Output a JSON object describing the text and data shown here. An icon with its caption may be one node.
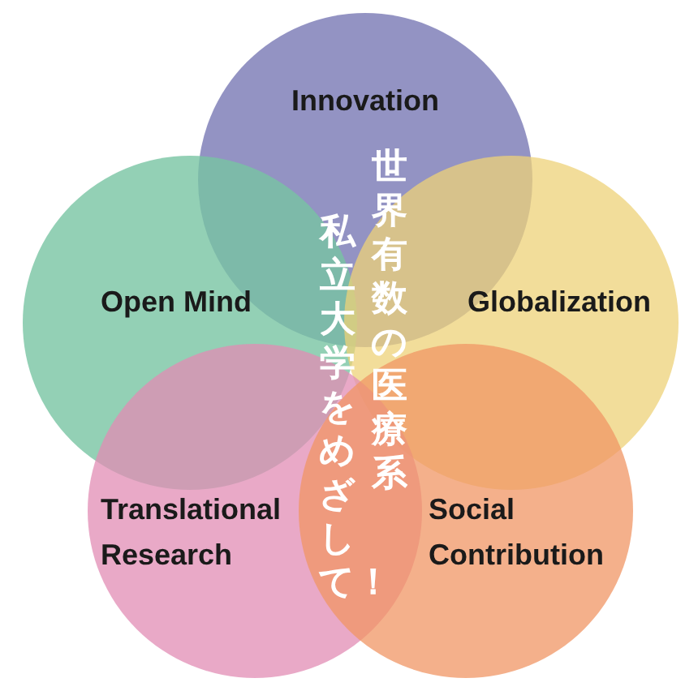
{
  "diagram": {
    "nodes": [
      {
        "text": [
          "Innovation"
        ]
      },
      {
        "text": [
          "Open Mind"
        ]
      },
      {
        "text": [
          "Globalization"
        ]
      },
      {
        "text": [
          "Translational Research"
        ]
      },
      {
        "text": [
          "Social Contribution"
        ]
      }
    ],
    "labels": [
      "世界有数の医療系",
      "私立大学をめざして！"
    ]
  }
}
